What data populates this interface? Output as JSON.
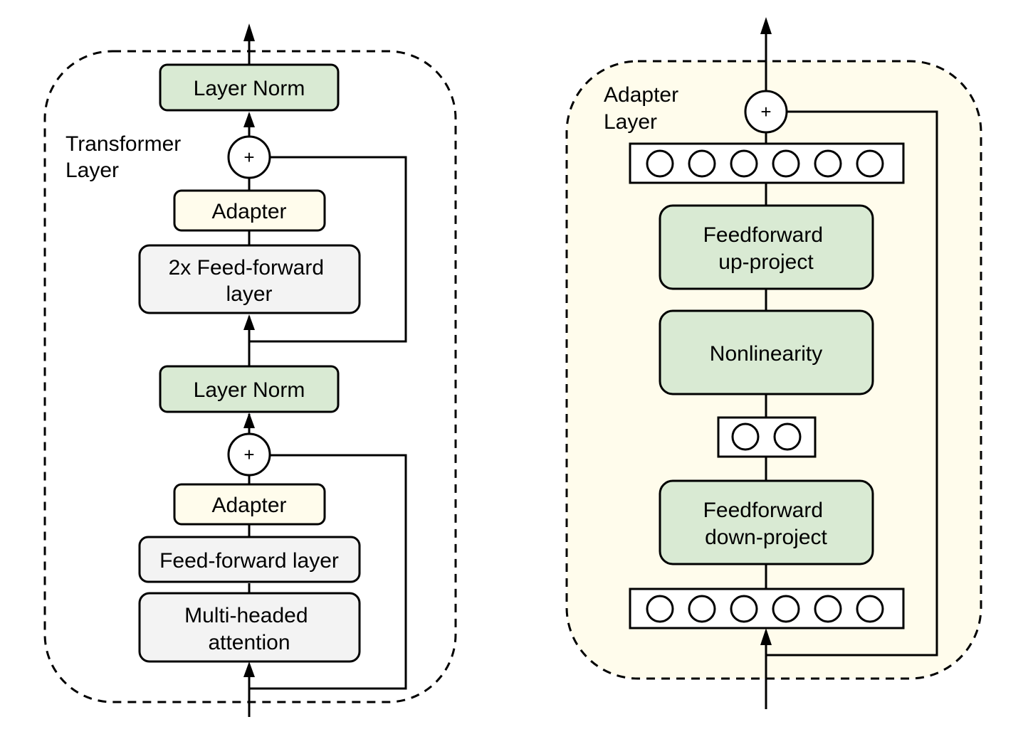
{
  "left": {
    "title_line1": "Transformer",
    "title_line2": "Layer",
    "top_layer_norm": "Layer Norm",
    "top_adapter": "Adapter",
    "ffn2_line1": "2x Feed-forward",
    "ffn2_line2": "layer",
    "mid_layer_norm": "Layer Norm",
    "bottom_adapter": "Adapter",
    "ffn": "Feed-forward layer",
    "mha_line1": "Multi-headed",
    "mha_line2": "attention",
    "plus": "+"
  },
  "right": {
    "title_line1": "Adapter",
    "title_line2": "Layer",
    "up_line1": "Feedforward",
    "up_line2": "up-project",
    "nonlinearity": "Nonlinearity",
    "down_line1": "Feedforward",
    "down_line2": "down-project",
    "plus": "+",
    "background_color": "#fffcec"
  },
  "colors": {
    "layer_norm": "#d9ead3",
    "adapter": "#fffcec",
    "feed_forward": "#f3f3f3"
  }
}
